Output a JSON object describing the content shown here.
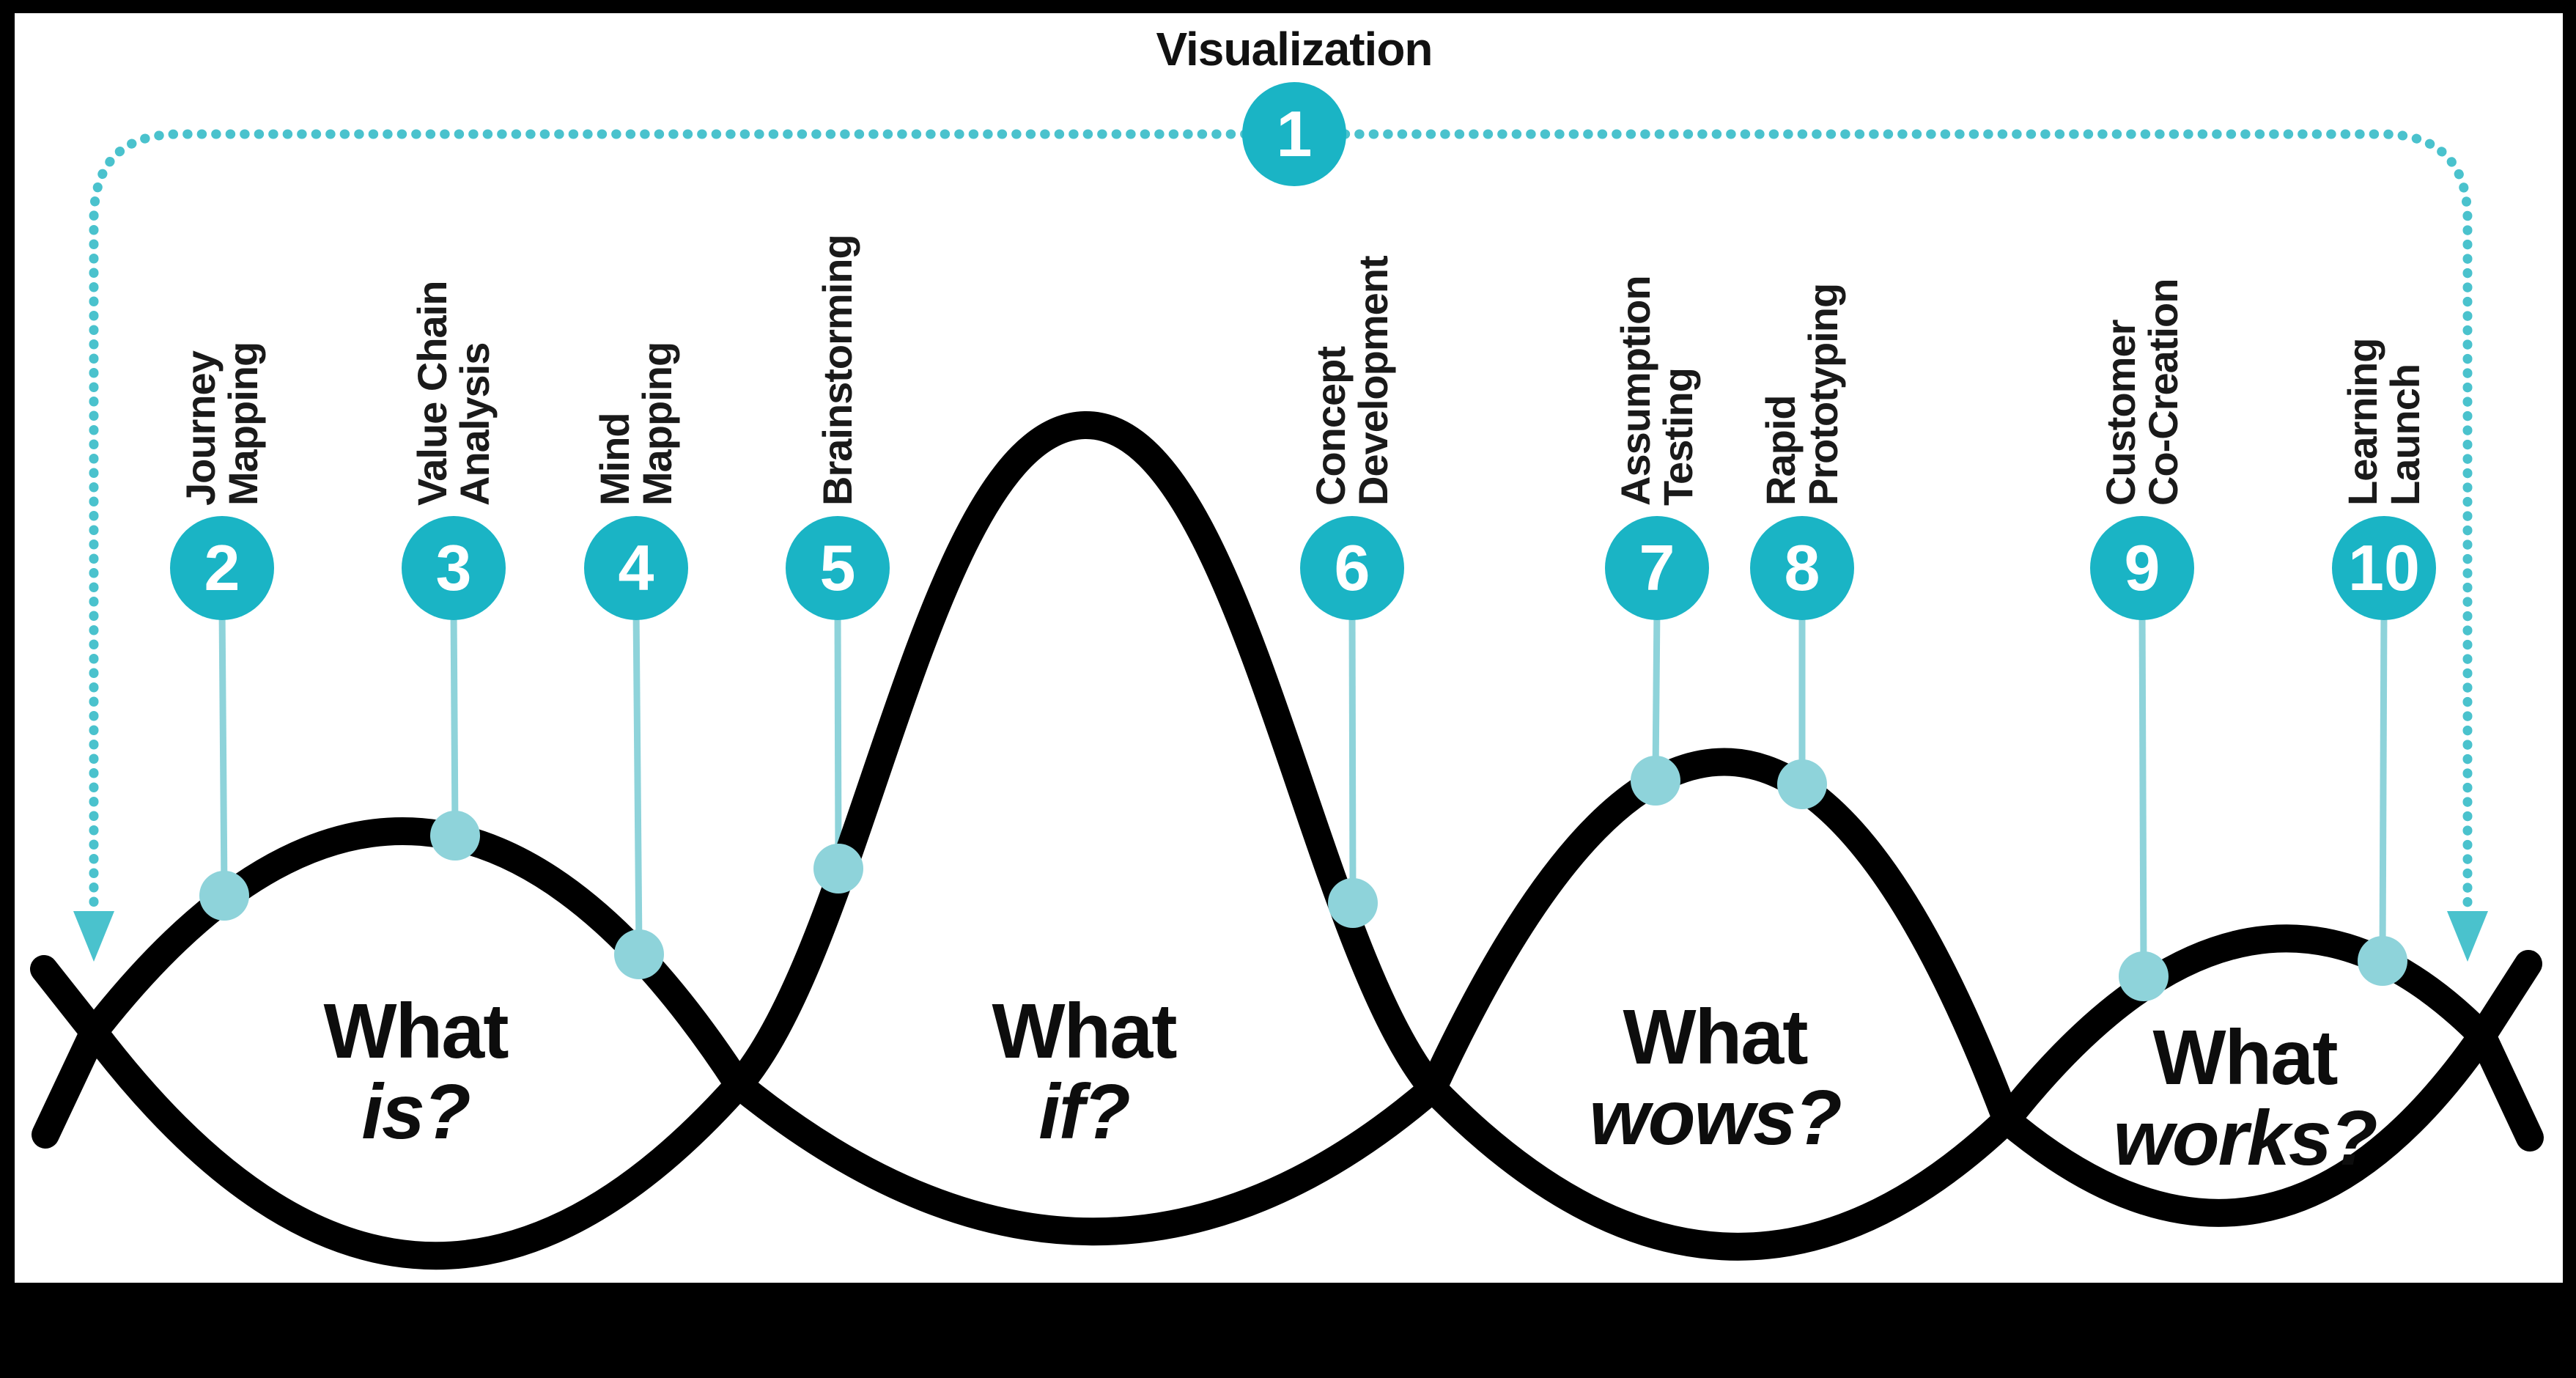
{
  "title": "Visualization",
  "steps": [
    {
      "number": "1",
      "line1": "Visualization",
      "line2": ""
    },
    {
      "number": "2",
      "line1": "Journey",
      "line2": "Mapping"
    },
    {
      "number": "3",
      "line1": "Value Chain",
      "line2": "Analysis"
    },
    {
      "number": "4",
      "line1": "Mind",
      "line2": "Mapping"
    },
    {
      "number": "5",
      "line1": "Brainstorming",
      "line2": ""
    },
    {
      "number": "6",
      "line1": "Concept",
      "line2": "Development"
    },
    {
      "number": "7",
      "line1": "Assumption",
      "line2": "Testing"
    },
    {
      "number": "8",
      "line1": "Rapid",
      "line2": "Prototyping"
    },
    {
      "number": "9",
      "line1": "Customer",
      "line2": "Co-Creation"
    },
    {
      "number": "10",
      "line1": "Learning",
      "line2": "Launch"
    }
  ],
  "phases": [
    {
      "word1": "What",
      "word2": "is?"
    },
    {
      "word1": "What",
      "word2": "if?"
    },
    {
      "word1": "What",
      "word2": "wows?"
    },
    {
      "word1": "What",
      "word2": "works?"
    }
  ],
  "colors": {
    "accent": "#1ab4c5",
    "dotted_line": "#4ac2cd",
    "connector": "#8ed3da",
    "curve": "#000000",
    "frame": "#000000",
    "background": "#ffffff",
    "number_text": "#ffffff",
    "label_text": "#1a1a1a"
  }
}
